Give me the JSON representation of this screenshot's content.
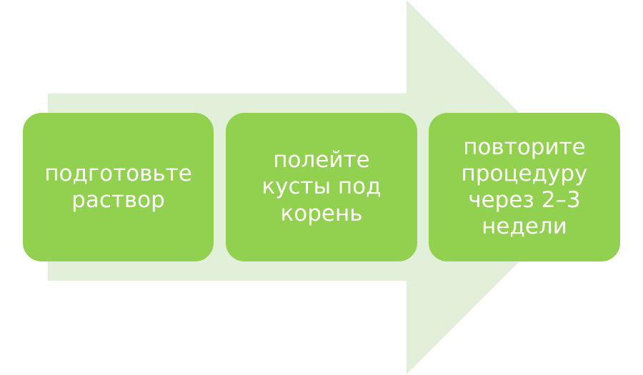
{
  "colors": {
    "arrow": "#e2efd9",
    "step_fill": "#92d050",
    "step_text": "#ffffff"
  },
  "steps": [
    {
      "label": "подготовьте\nраствор"
    },
    {
      "label": "полейте\nкусты под\nкорень"
    },
    {
      "label": "повторите\nпроцедуру\nчерез 2–3\nнедели"
    }
  ]
}
